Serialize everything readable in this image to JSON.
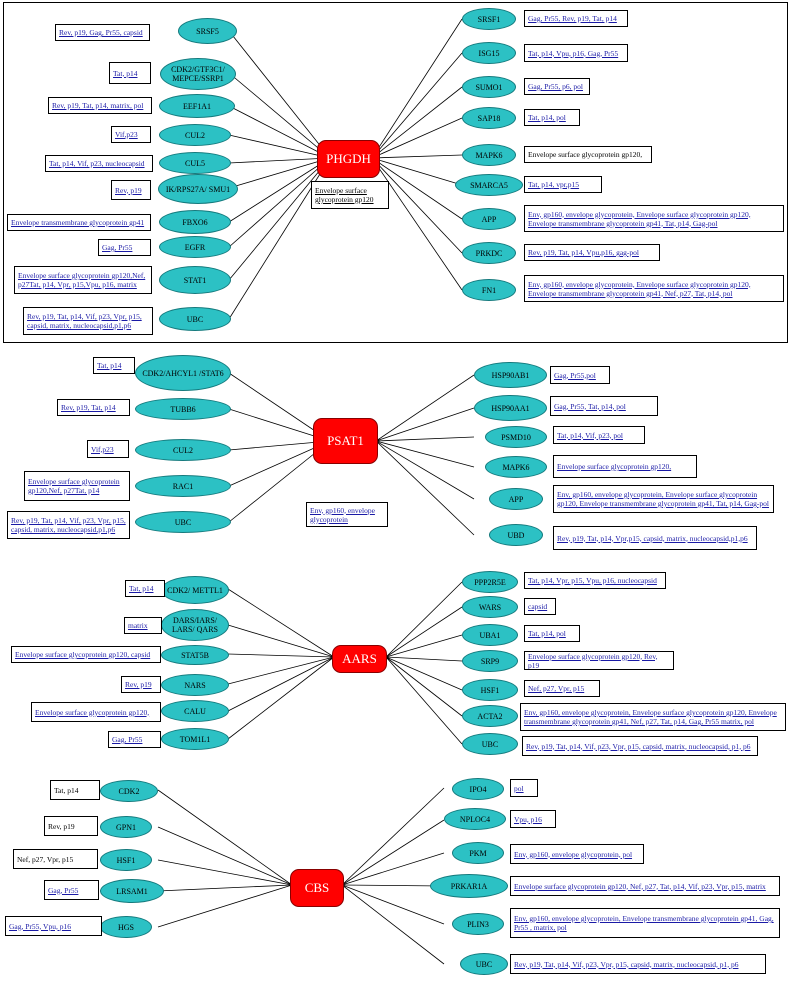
{
  "panels": [
    {
      "hub": "PHGDH",
      "hub_box": "Envelope surface glycoprotein gp120",
      "left": [
        {
          "protein": "SRSF5",
          "viral": "Rev, p19, Gag, Pr55, capsid"
        },
        {
          "protein": "CDK2/GTF3C1/ MEPCE/SSRP1",
          "viral": "Tat, p14"
        },
        {
          "protein": "EEF1A1",
          "viral": "Rev, p19, Tat, p14, matrix, pol"
        },
        {
          "protein": "CUL2",
          "viral": "Vif,p23"
        },
        {
          "protein": "CUL5",
          "viral": "Tat, p14, Vif, p23, nucleocapsid"
        },
        {
          "protein": "IK/RPS27A/ SMU1",
          "viral": "Rev, p19"
        },
        {
          "protein": "FBXO6",
          "viral": "Envelope transmembrane glycoprotein gp41"
        },
        {
          "protein": "EGFR",
          "viral": "Gag, Pr55"
        },
        {
          "protein": "STAT1",
          "viral": "Envelope surface glycoprotein gp120,Nef, p27Tat, p14, Vpr, p15,Vpu, p16, matrix"
        },
        {
          "protein": "UBC",
          "viral": "Rev, p19, Tat, p14, Vif, p23, Vpr, p15, capsid, matrix, nucleocapsid,p1,p6"
        }
      ],
      "right": [
        {
          "protein": "SRSF1",
          "viral": "Gag, Pr55, Rev, p19, Tat, p14"
        },
        {
          "protein": "ISG15",
          "viral": "Tat, p14, Vpu, p16, Gag, Pr55"
        },
        {
          "protein": "SUMO1",
          "viral": "Gag, Pr55, p6, pol"
        },
        {
          "protein": "SAP18",
          "viral": "Tat, p14, pol"
        },
        {
          "protein": "MAPK6",
          "viral": "Envelope surface glycoprotein gp120,"
        },
        {
          "protein": "SMARCA5",
          "viral": "Tat, p14, vpr,p15"
        },
        {
          "protein": "APP",
          "viral": "Env, gp160, envelope glycoprotein, Envelope surface glycoprotein gp120, Envelope transmembrane glycoprotein gp41, Tat, p14, Gag-pol"
        },
        {
          "protein": "PRKDC",
          "viral": "Rev, p19, Tat, p14, Vpu,p16, gag-pol"
        },
        {
          "protein": "FN1",
          "viral": "Env, gp160, envelope glycoprotein, Envelope surface glycoprotein gp120, Envelope transmembrane glycoprotein gp41, Nef, p27, Tat, p14, pol"
        }
      ]
    },
    {
      "hub": "PSAT1",
      "hub_box": "Env, gp160, envelope glycoprotein",
      "left": [
        {
          "protein": "CDK2/AHCYL1 /STAT6",
          "viral": "Tat, p14"
        },
        {
          "protein": "TUBB6",
          "viral": "Rev, p19, Tat, p14"
        },
        {
          "protein": "CUL2",
          "viral": "Vif,p23"
        },
        {
          "protein": "RAC1",
          "viral": "Envelope surface glycoprotein gp120,Nef, p27Tat, p14"
        },
        {
          "protein": "UBC",
          "viral": "Rev, p19, Tat, p14, Vif, p23, Vpr, p15, capsid, matrix, nucleocapsid,p1,p6"
        }
      ],
      "right": [
        {
          "protein": "HSP90AB1",
          "viral": "Gag, Pr55,pol"
        },
        {
          "protein": "HSP90AA1",
          "viral": "Gag, Pr55, Tat, p14, pol"
        },
        {
          "protein": "PSMD10",
          "viral": "Tat, p14, Vif, p23, pol"
        },
        {
          "protein": "MAPK6",
          "viral": "Envelope surface glycoprotein gp120,"
        },
        {
          "protein": "APP",
          "viral": "Env, gp160, envelope glycoprotein, Envelope surface glycoprotein gp120, Envelope transmembrane glycoprotein gp41, Tat, p14, Gag-pol"
        },
        {
          "protein": "UBD",
          "viral": "Rev, p19, Tat, p14, Vpr,p15, capsid, matrix, nucleocapsid,p1,p6"
        }
      ]
    },
    {
      "hub": "AARS",
      "left": [
        {
          "protein": "CDK2/ METTL1",
          "viral": "Tat, p14"
        },
        {
          "protein": "DARS/IARS/ LARS/ QARS",
          "viral": "matrix"
        },
        {
          "protein": "STAT5B",
          "viral": "Envelope surface glycoprotein gp120, capsid"
        },
        {
          "protein": "NARS",
          "viral": "Rev, p19"
        },
        {
          "protein": "CALU",
          "viral": "Envelope surface glycoprotein gp120,"
        },
        {
          "protein": "TOM1L1",
          "viral": "Gag, Pr55"
        }
      ],
      "right": [
        {
          "protein": "PPP2R5E",
          "viral": "Tat, p14, Vpr, p15, Vpu, p16, nucleocapsid"
        },
        {
          "protein": "WARS",
          "viral": "capsid"
        },
        {
          "protein": "UBA1",
          "viral": "Tat, p14, pol"
        },
        {
          "protein": "SRP9",
          "viral": "Envelope surface glycoprotein gp120, Rev, p19"
        },
        {
          "protein": "HSF1",
          "viral": "Nef, p27, Vpr, p15"
        },
        {
          "protein": "ACTA2",
          "viral": "Env, gp160, envelope glycoprotein, Envelope surface glycoprotein gp120, Envelope transmembrane glycoprotein gp41, Nef, p27, Tat, p14, Gag, Pr55 matrix, pol"
        },
        {
          "protein": "UBC",
          "viral": "Rev, p19, Tat, p14, Vif, p23, Vpr, p15, capsid, matrix, nucleocapsid, p1, p6"
        }
      ]
    },
    {
      "hub": "CBS",
      "left": [
        {
          "protein": "CDK2",
          "viral": "Tat, p14"
        },
        {
          "protein": "GPN1",
          "viral": "Rev, p19"
        },
        {
          "protein": "HSF1",
          "viral": "Nef, p27, Vpr, p15"
        },
        {
          "protein": "LRSAM1",
          "viral": "Gag, Pr55"
        },
        {
          "protein": "HGS",
          "viral": "Gag, Pr55, Vpu, p16"
        }
      ],
      "right": [
        {
          "protein": "IPO4",
          "viral": "pol"
        },
        {
          "protein": "NPLOC4",
          "viral": "Vpu, p16"
        },
        {
          "protein": "PKM",
          "viral": "Env, gp160, envelope glycoprotein, pol"
        },
        {
          "protein": "PRKAR1A",
          "viral": "Envelope surface glycoprotein gp120, Nef, p27, Tat, p14, Vif, p23, Vpr, p15, matrix"
        },
        {
          "protein": "PLIN3",
          "viral": "Env, gp160, envelope glycoprotein, Envelope transmembrane glycoprotein gp41, Gag, Pr55 , matrix, pol"
        },
        {
          "protein": "UBC",
          "viral": "Rev, p19, Tat, p14, Vif, p23, Vpr, p15, capsid, matrix, nucleocapsid, p1, p6"
        }
      ]
    }
  ]
}
